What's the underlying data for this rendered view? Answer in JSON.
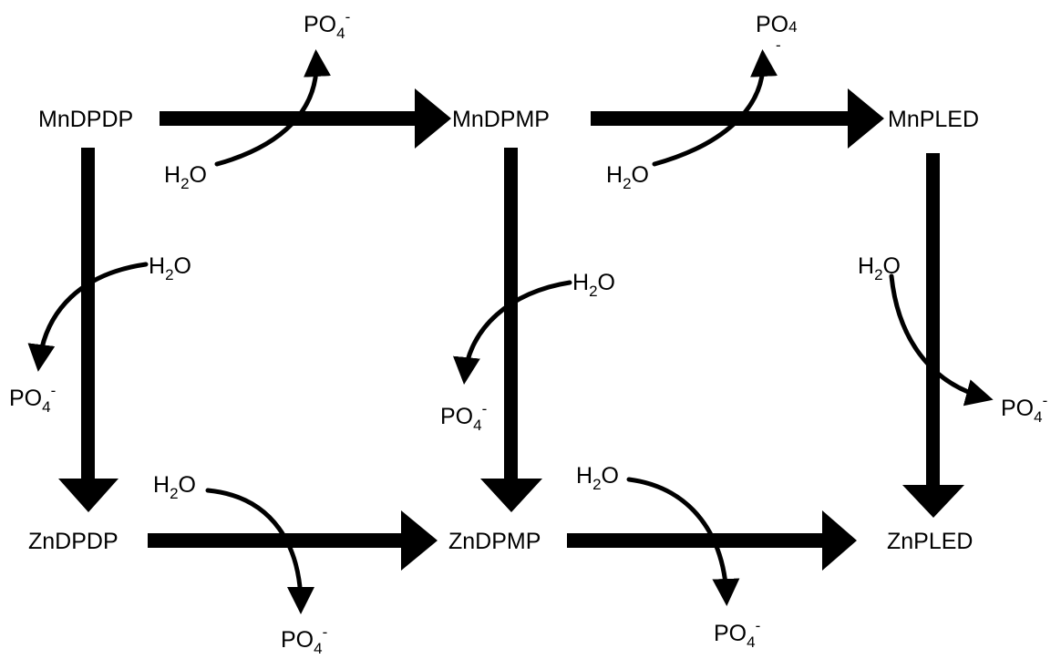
{
  "nodes": {
    "mndpdp": "MnDPDP",
    "mndpmp": "MnDPMP",
    "mnpled": "MnPLED",
    "zndpdp": "ZnDPDP",
    "zndpmp": "ZnDPMP",
    "znpled": "ZnPLED"
  },
  "chem": {
    "water_main": "H",
    "water_sub": "2",
    "water_tail": "O",
    "phosphate_main": "PO",
    "phosphate_sub": "4",
    "phosphate_sup": "-"
  },
  "colors": {
    "ink": "#000000",
    "background": "#ffffff"
  }
}
